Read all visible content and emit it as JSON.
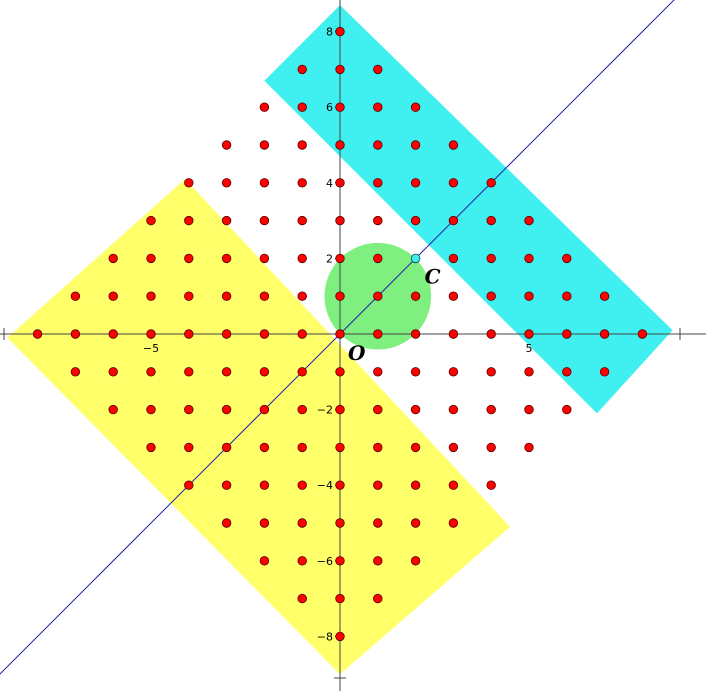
{
  "chart_data": {
    "type": "scatter",
    "axes": {
      "x_ticks": [
        {
          "value": -5,
          "label": "−5"
        },
        {
          "value": 5,
          "label": "5"
        }
      ],
      "y_ticks": [
        {
          "value": -8,
          "label": "−8"
        },
        {
          "value": -6,
          "label": "−6"
        },
        {
          "value": -4,
          "label": "−4"
        },
        {
          "value": -2,
          "label": "−2"
        },
        {
          "value": 2,
          "label": "2"
        },
        {
          "value": 4,
          "label": "4"
        },
        {
          "value": 6,
          "label": "6"
        },
        {
          "value": 8,
          "label": "8"
        }
      ],
      "xlim": [
        -9,
        9.8
      ],
      "ylim": [
        -9.3,
        8.8
      ],
      "grid": false
    },
    "lattice_rule": "integer points (x, y) with x + y within [-8, 8] and x - y within [-8, 8]",
    "lattice_color": "#ff0000",
    "line": {
      "equation": "y = x",
      "color": "#2222aa"
    },
    "regions": [
      {
        "id": "cyan-band",
        "color": "#40f0f0",
        "corners": [
          [
            -2,
            6.7
          ],
          [
            0,
            8.7
          ],
          [
            8.8,
            0.1
          ],
          [
            6.8,
            -2.1
          ]
        ]
      },
      {
        "id": "yellow-band",
        "color": "#ffff6a",
        "corners": [
          [
            -4.1,
            4.1
          ],
          [
            -8.8,
            -0.1
          ],
          [
            0,
            -9
          ],
          [
            4.5,
            -5.1
          ]
        ]
      },
      {
        "id": "green-disk",
        "color": "#7ff07f",
        "center": [
          1,
          1
        ],
        "radius": 1.41
      }
    ],
    "points": [
      {
        "id": "O",
        "label": "O",
        "x": 0,
        "y": 0
      },
      {
        "id": "C",
        "label": "C",
        "x": 2,
        "y": 2,
        "color": "#40f0f0"
      }
    ]
  }
}
